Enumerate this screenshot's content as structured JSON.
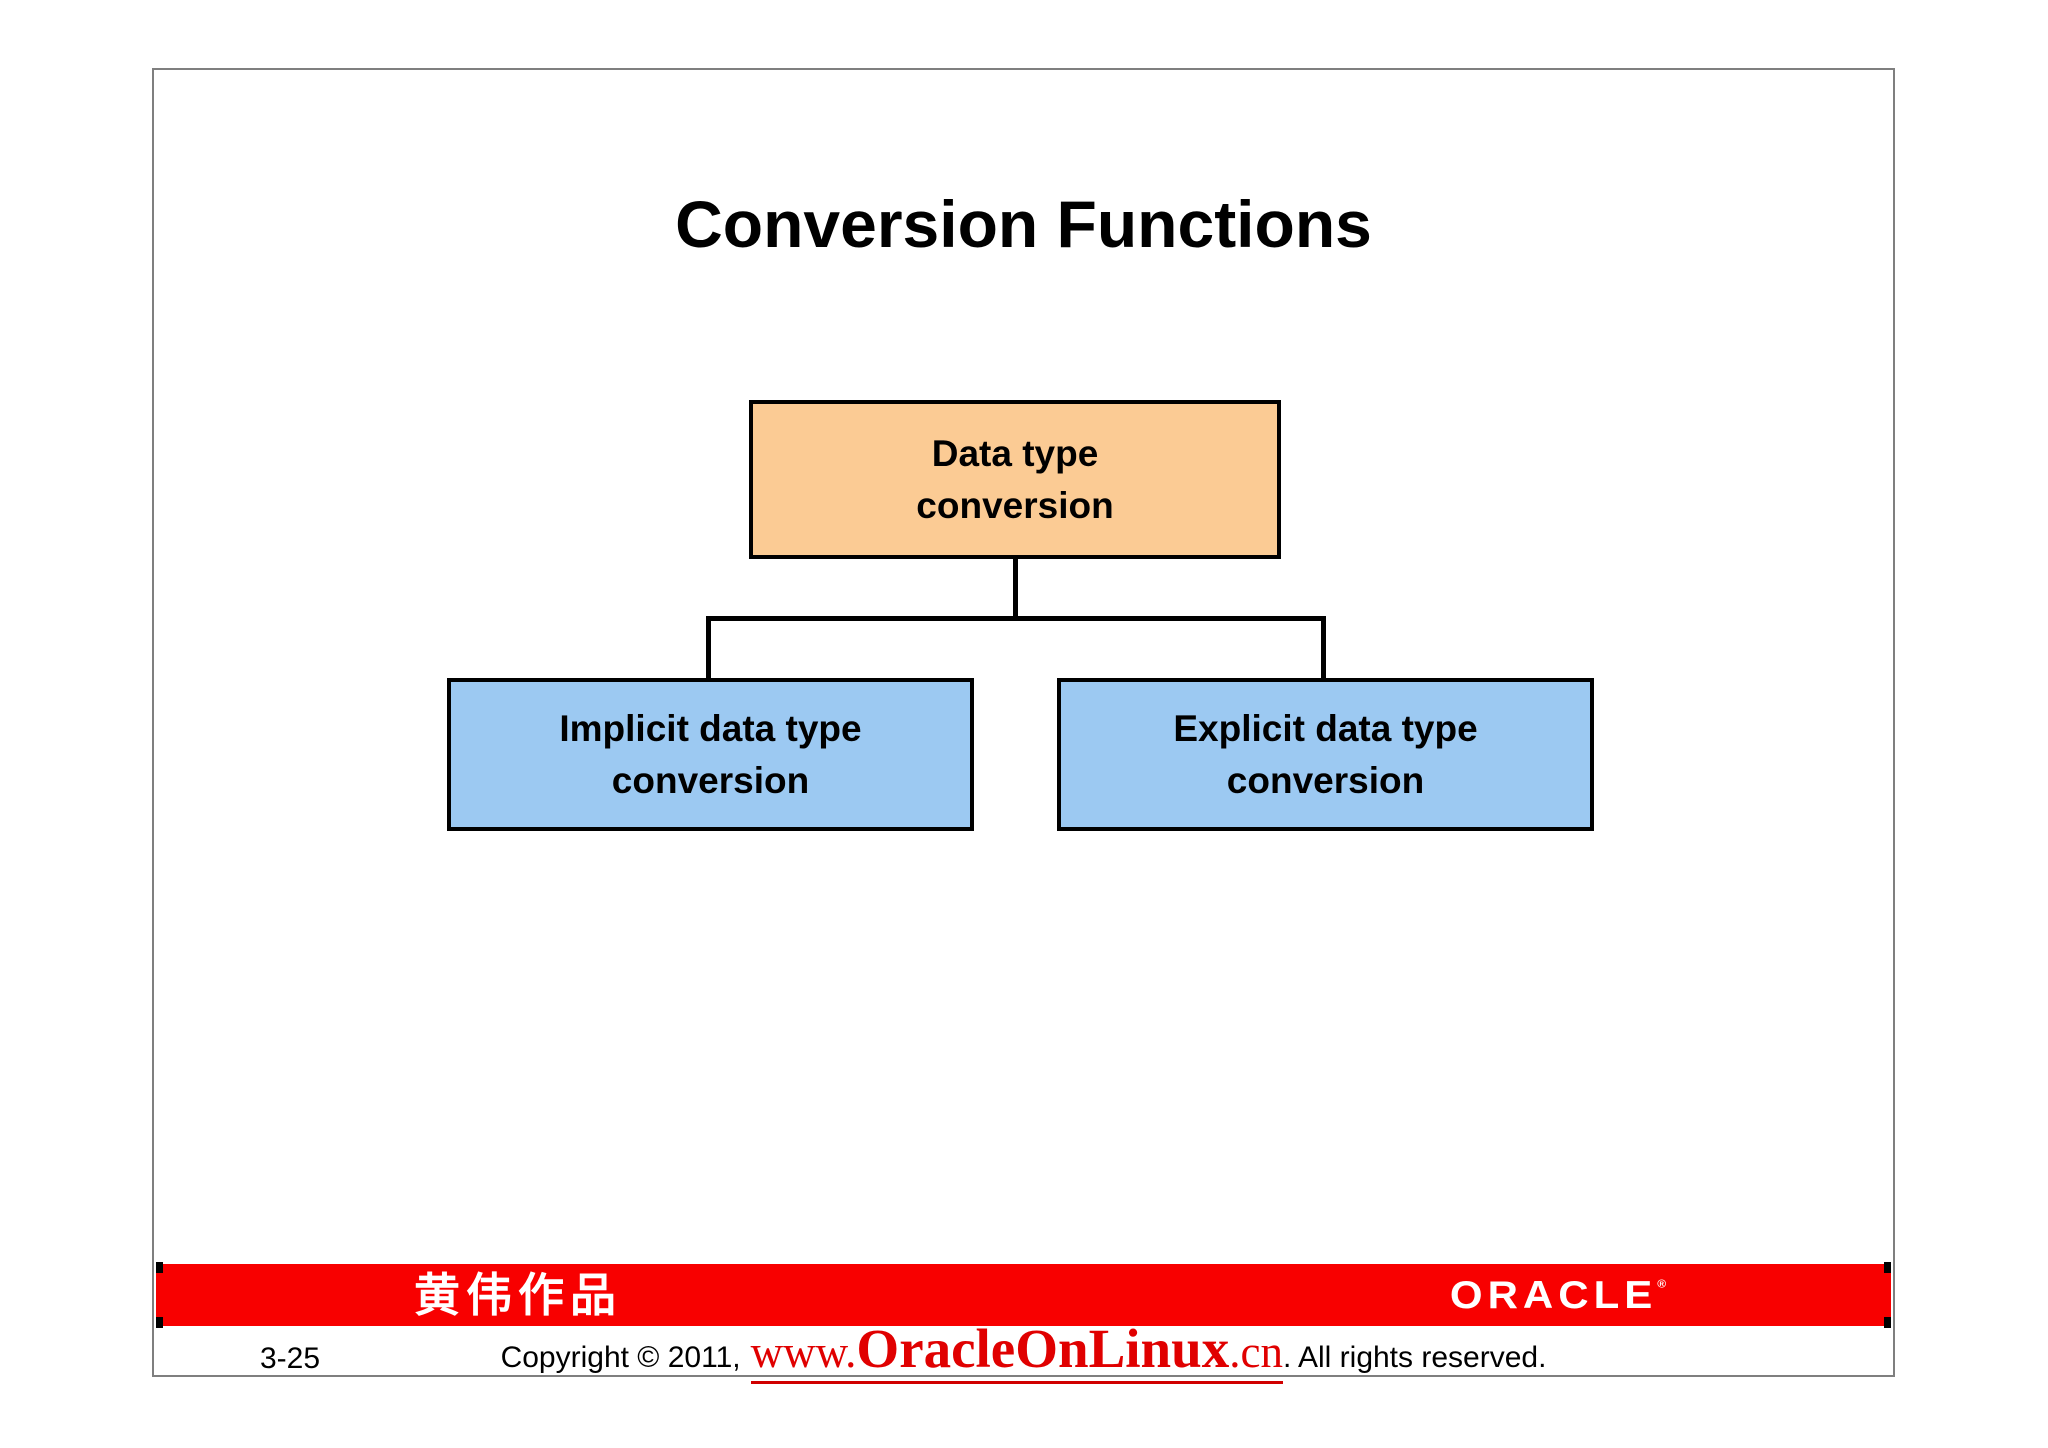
{
  "slide": {
    "title": "Conversion Functions"
  },
  "diagram": {
    "root": {
      "line1": "Data type",
      "line2": "conversion"
    },
    "children": [
      {
        "line1": "Implicit data type",
        "line2": "conversion"
      },
      {
        "line1": "Explicit data type",
        "line2": "conversion"
      }
    ]
  },
  "footer": {
    "brand_cjk": "黄伟作品",
    "oracle_logo": "ORACLE",
    "oracle_mark": "®",
    "page_number": "3-25",
    "copyright_prefix": "Copyright © 2011,",
    "url_www": "www.",
    "url_main": "OracleOnLinux",
    "url_tld": ".cn",
    "copyright_suffix": ". All rights reserved."
  },
  "colors": {
    "bar_red": "#F80000",
    "root_fill": "#FBCB94",
    "child_fill": "#9CC9F2",
    "url_red": "#E00000",
    "border_gray": "#7F7F7F",
    "line_black": "#000000"
  }
}
